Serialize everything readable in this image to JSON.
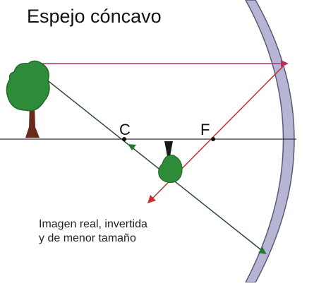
{
  "title": "Espejo cóncavo",
  "caption": {
    "line1": "Imagen real, invertida",
    "line2": "y de menor tamaño"
  },
  "points": {
    "center": "C",
    "focus": "F"
  },
  "colors": {
    "background": "#ffffff",
    "axis": "#333333",
    "incident_ray": "#b0306a",
    "ray_dark": "#2d4a33",
    "ray_red": "#c0322e",
    "arrowhead_green": "#1d7a2e",
    "tree_foliage": "#2e8b3a",
    "tree_trunk": "#6b2a1e",
    "mirror_fill": "#b6b5d4",
    "mirror_edge": "#5a5a7a"
  },
  "icons": {
    "object": "tree-icon",
    "image": "inverted-tree-icon"
  }
}
